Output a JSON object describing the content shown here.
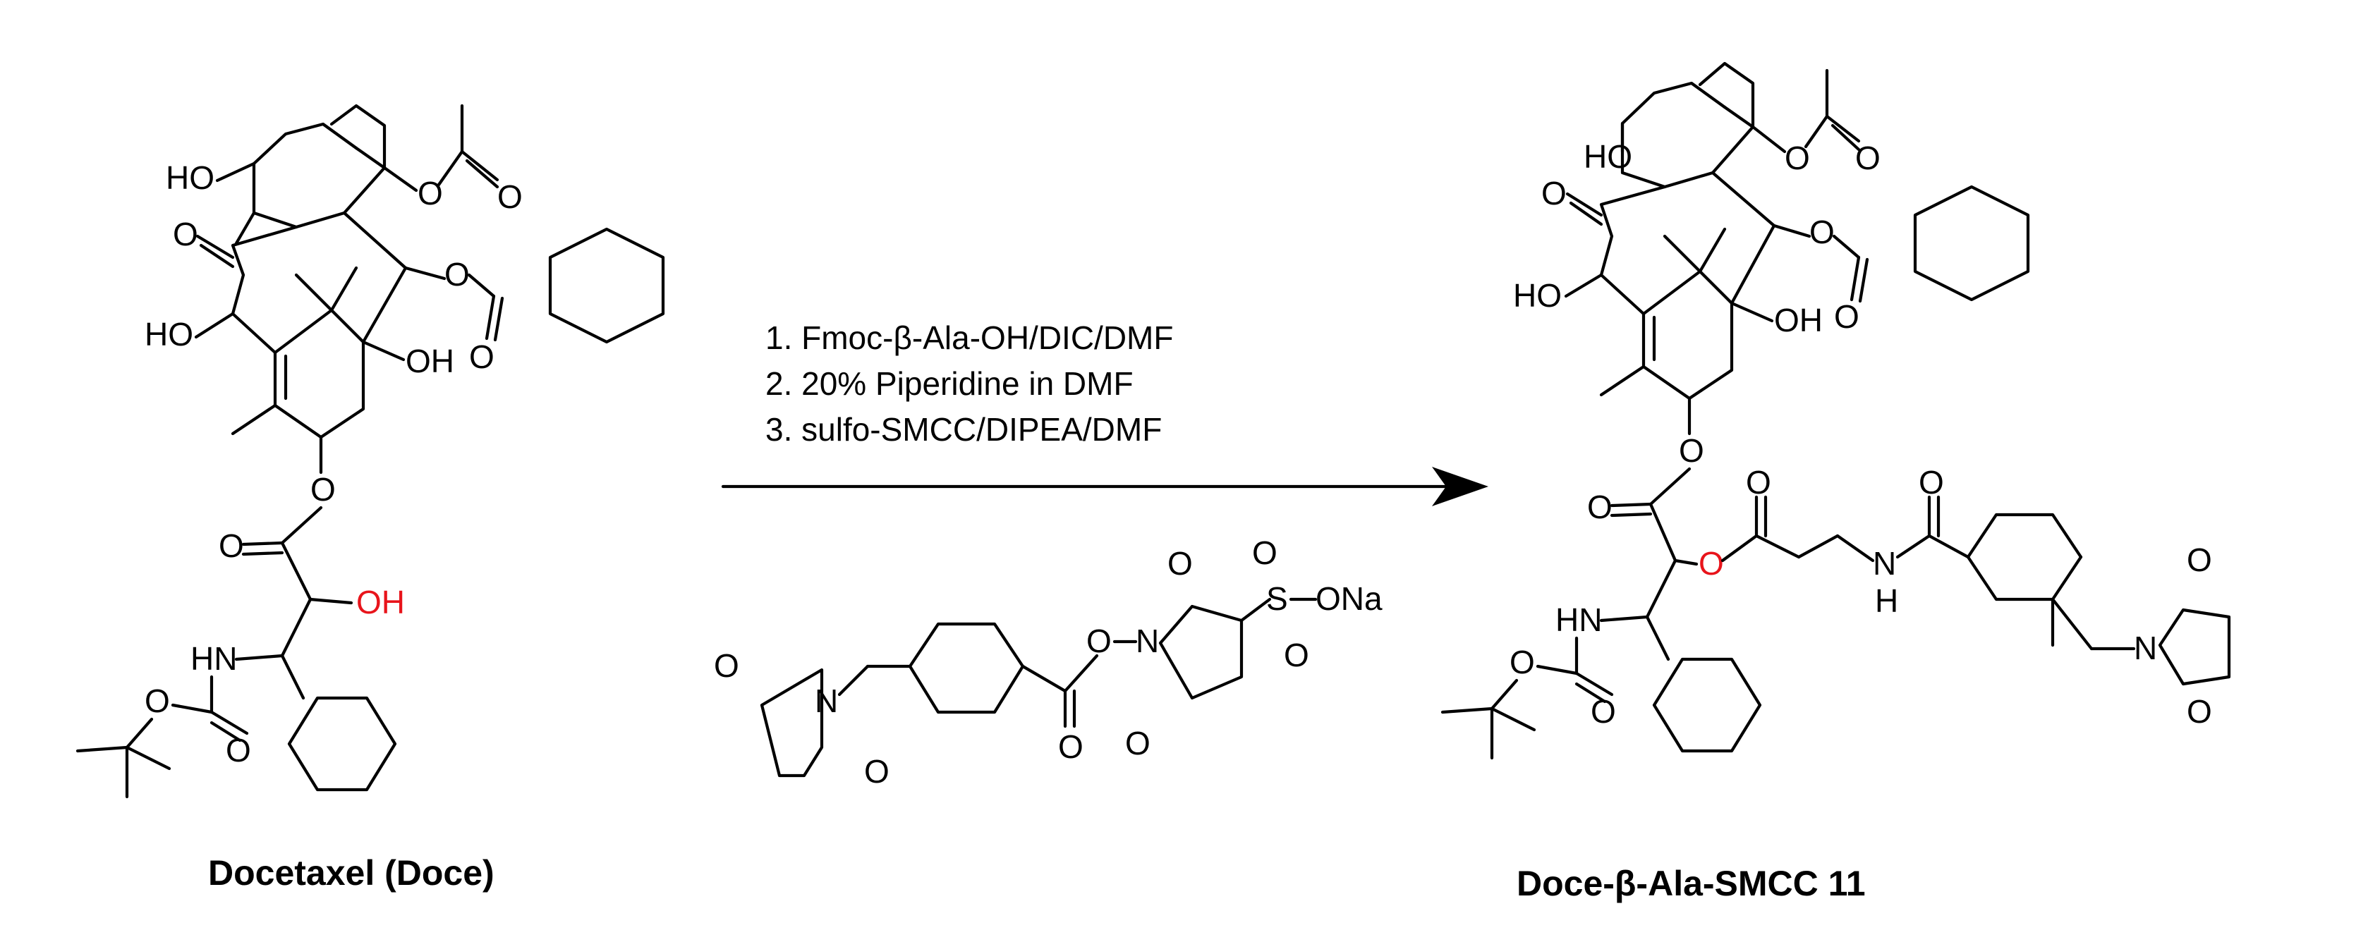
{
  "compounds": {
    "docetaxel": {
      "caption": "Docetaxel (Doce)"
    },
    "reagent": {
      "sulfonate": "S",
      "sodium_salt": "ONa"
    },
    "product": {
      "caption": "Doce-β-Ala-SMCC 11"
    }
  },
  "reaction": {
    "steps": [
      "1. Fmoc-β-Ala-OH/DIC/DMF",
      "2. 20% Piperidine in DMF",
      "3. sulfo-SMCC/DIPEA/DMF"
    ]
  },
  "atom_labels": {
    "O": "O",
    "HO": "HO",
    "OH": "OH",
    "N": "N",
    "HN": "HN",
    "H": "H",
    "S": "S"
  },
  "colors": {
    "ink": "#000000",
    "highlight": "#e8141b"
  }
}
